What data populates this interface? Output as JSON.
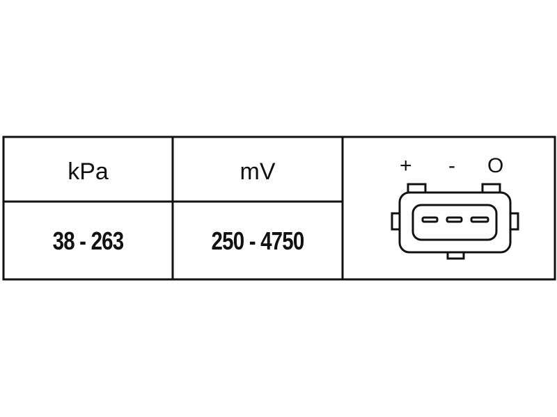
{
  "table": {
    "headers": [
      "kPa",
      "mV"
    ],
    "values": [
      "38 - 263",
      "250 - 4750"
    ]
  },
  "connector": {
    "icon": "three-pin-connector-icon",
    "pins": [
      "+",
      "-",
      "O"
    ]
  }
}
